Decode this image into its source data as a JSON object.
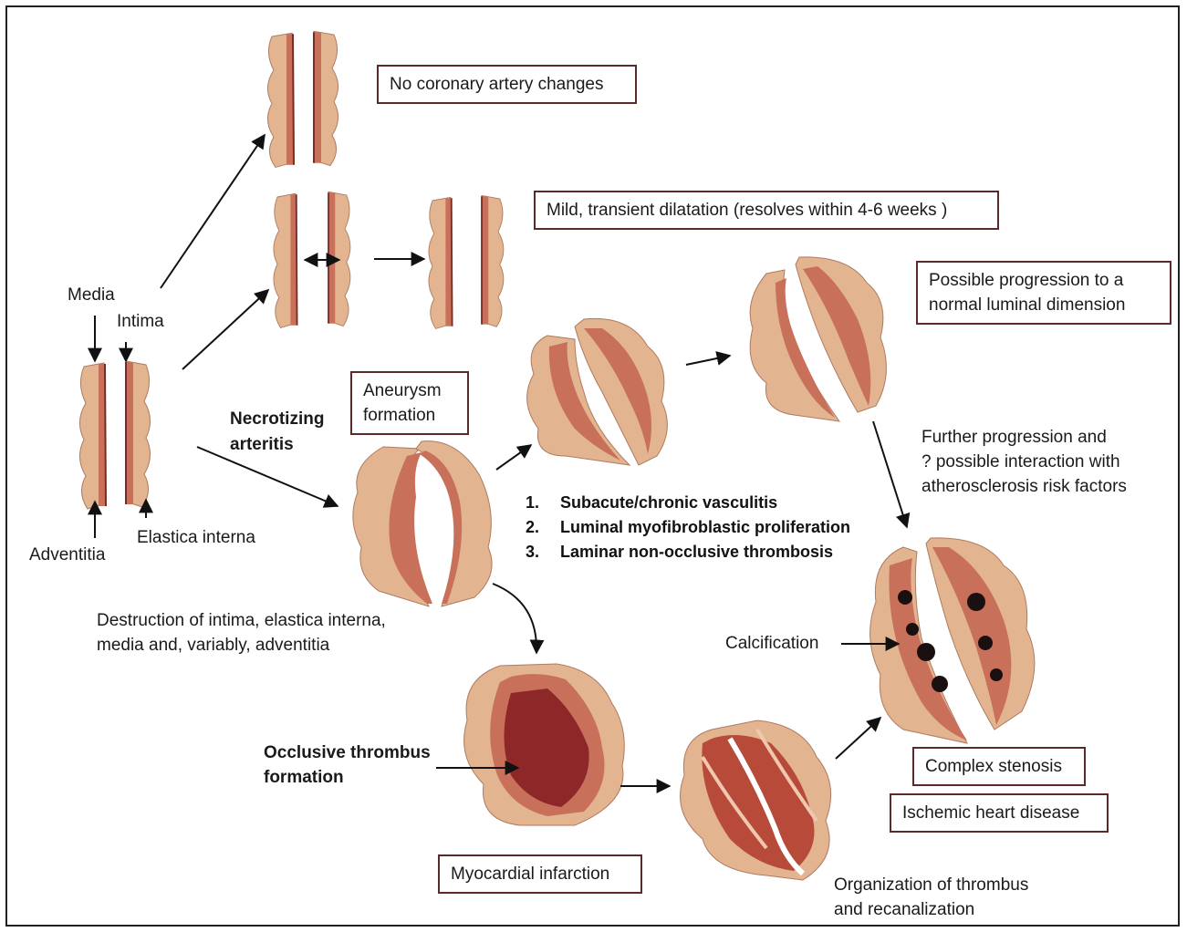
{
  "colors": {
    "adventitia": "#e2b48f",
    "media": "#c8705a",
    "intima_line": "#7a2a1e",
    "thrombus": "#8e2828",
    "calcification": "#1a1010",
    "box_border": "#5a2a2a"
  },
  "labels": {
    "media": "Media",
    "intima": "Intima",
    "adventitia": "Adventitia",
    "elastica_interna": "Elastica interna",
    "necrotizing_arteritis": "Necrotizing\narteritis",
    "destruction": "Destruction of intima, elastica interna,\nmedia and, variably, adventitia",
    "occlusive_thrombus": "Occlusive thrombus\nformation",
    "calcification": "Calcification",
    "further_progression": "Further progression and\n? possible interaction with\natherosclerosis risk factors",
    "organization": "Organization of thrombus\nand recanalization"
  },
  "boxes": {
    "no_changes": "No coronary artery changes",
    "mild_dilatation": "Mild, transient dilatation (resolves within 4-6 weeks )",
    "possible_progression": "Possible progression to a\nnormal luminal dimension",
    "aneurysm": "Aneurysm\nformation",
    "complex_stenosis": "Complex stenosis",
    "ischemic": "Ischemic heart disease",
    "mi": "Myocardial infarction"
  },
  "steps": [
    {
      "num": "1.",
      "text": "Subacute/chronic vasculitis"
    },
    {
      "num": "2.",
      "text": "Luminal myofibroblastic proliferation"
    },
    {
      "num": "3.",
      "text": "Laminar non-occlusive thrombosis"
    }
  ]
}
